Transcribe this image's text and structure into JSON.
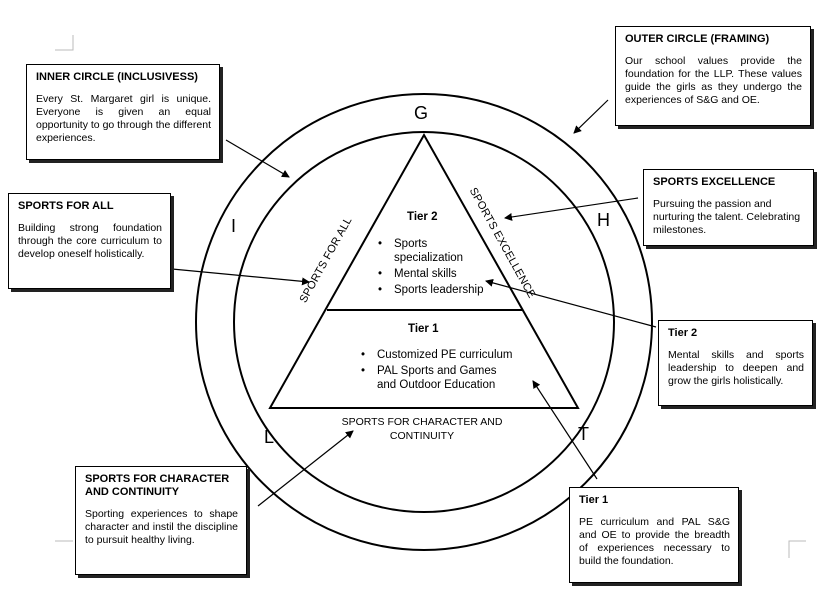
{
  "boxes": {
    "inner_circle": {
      "title": "INNER CIRCLE (INCLUSIVESS)",
      "body": "Every St. Margaret girl is unique. Everyone is given an equal opportunity to go through the different experiences."
    },
    "outer_circle": {
      "title": "OUTER CIRCLE (FRAMING)",
      "body": "Our school values provide the foundation for the LLP. These values guide the girls as they undergo the experiences of S&G and OE."
    },
    "sports_for_all": {
      "title": "SPORTS FOR ALL",
      "body": "Building strong foundation through the core curriculum to develop oneself holistically."
    },
    "sports_excellence": {
      "title": "SPORTS EXCELLENCE",
      "body": "Pursuing the passion and nurturing the talent. Celebrating milestones."
    },
    "tier2": {
      "title": "Tier 2",
      "body": "Mental skills and sports leadership to deepen and grow the girls holistically."
    },
    "tier1": {
      "title": "Tier 1",
      "body": "PE curriculum and PAL S&G and OE to provide the breadth of experiences necessary to build the foundation."
    },
    "character": {
      "title": "SPORTS FOR CHARACTER AND CONTINUITY",
      "body": "Sporting experiences to shape character and instil the discipline to pursuit healthy living."
    }
  },
  "letters": {
    "top": "G",
    "right": "H",
    "bottom_right": "T",
    "bottom_left": "L",
    "left": "I"
  },
  "triangle": {
    "tier2": {
      "title": "Tier 2",
      "items": [
        "Sports specialization",
        "Mental skills",
        "Sports leadership"
      ]
    },
    "tier1": {
      "title": "Tier 1",
      "items": [
        "Customized PE curriculum",
        "PAL Sports and Games and Outdoor Education"
      ]
    },
    "left_side_label": "SPORTS FOR ALL",
    "right_side_label": "SPORTS EXCELLENCE",
    "bottom_label": "SPORTS FOR CHARACTER AND CONTINUITY"
  }
}
